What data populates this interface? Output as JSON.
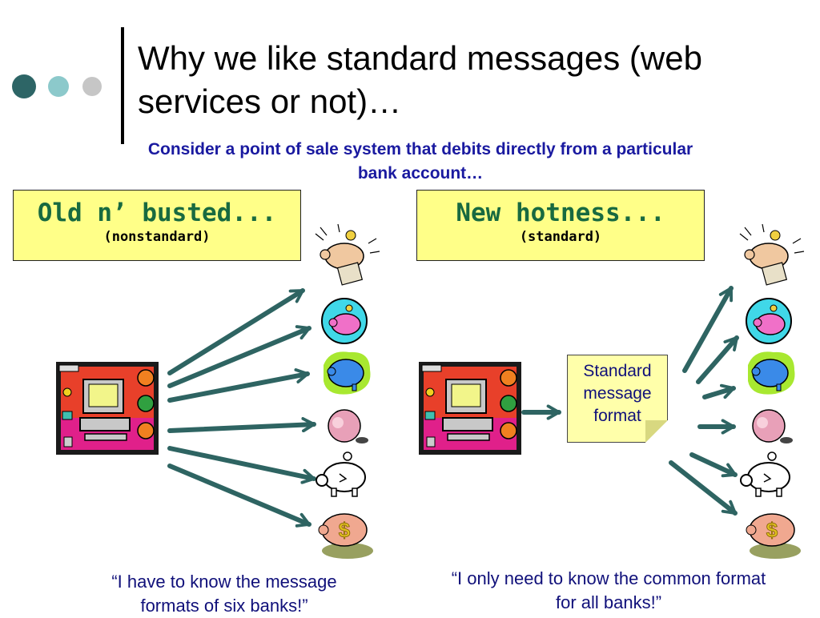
{
  "slide": {
    "title": "Why we like standard messages (web services or not)…",
    "subtitle": "Consider a point of sale system that debits directly from a particular bank account…"
  },
  "panels": {
    "old": {
      "heading": "Old n’ busted...",
      "subheading": "(nonstandard)"
    },
    "new": {
      "heading": "New hotness...",
      "subheading": "(standard)"
    }
  },
  "standard_box": {
    "text": "Standard message format"
  },
  "quotes": {
    "left": "“I have to know the message formats of six banks!”",
    "right": "“I only need to know the common format for all banks!”"
  },
  "colors": {
    "arrow": "#2e6462",
    "title_text": "#000000",
    "subtitle_text": "#1a1aa0",
    "quote_text": "#10107a",
    "panel_fill": "#ffff88",
    "heading_text": "#186a40"
  },
  "icons": {
    "bullets": [
      "dark-teal-dot",
      "light-teal-dot",
      "gray-dot"
    ],
    "pos_system": "computer-terminal-icon",
    "banks": [
      "piggy-bank-beige-icon",
      "piggy-bank-pink-cyan-icon",
      "piggy-bank-blue-green-icon",
      "piggy-bank-round-pink-icon",
      "piggy-bank-outline-icon",
      "piggy-bank-dollar-icon"
    ]
  }
}
